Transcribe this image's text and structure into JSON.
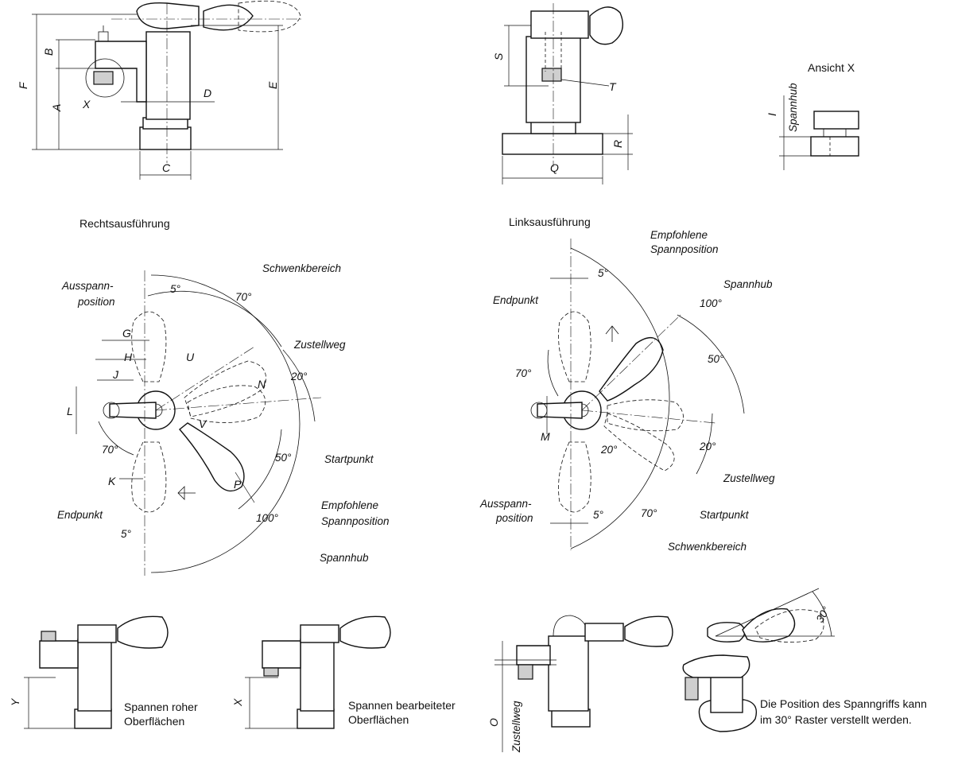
{
  "headings": {
    "ansicht_x": "Ansicht X",
    "rechts": "Rechtsausführung",
    "links": "Linksausführung"
  },
  "dims": {
    "A": "A",
    "B": "B",
    "C": "C",
    "D": "D",
    "E": "E",
    "F": "F",
    "S": "S",
    "T": "T",
    "Q": "Q",
    "R": "R",
    "I": "I",
    "X": "X",
    "G": "G",
    "H": "H",
    "J": "J",
    "L": "L",
    "U": "U",
    "N": "N",
    "V": "V",
    "K": "K",
    "P": "P",
    "M": "M",
    "Y": "Y",
    "O": "O"
  },
  "right_view": {
    "ausspann_1": "Ausspann-",
    "ausspann_2": "position",
    "schwenkbereich": "Schwenkbereich",
    "zustellweg": "Zustellweg",
    "startpunkt": "Startpunkt",
    "empfohlene_1": "Empfohlene",
    "empfohlene_2": "Spannposition",
    "endpunkt": "Endpunkt",
    "spannhub": "Spannhub",
    "angle_5_top": "5°",
    "angle_70_top": "70°",
    "angle_20": "20°",
    "angle_50": "50°",
    "angle_100": "100°",
    "angle_70_left": "70°",
    "angle_5_bottom": "5°"
  },
  "left_view": {
    "empfohlene_1": "Empfohlene",
    "empfohlene_2": "Spannposition",
    "spannhub": "Spannhub",
    "endpunkt": "Endpunkt",
    "ausspann_1": "Ausspann-",
    "ausspann_2": "position",
    "zustellweg": "Zustellweg",
    "startpunkt": "Startpunkt",
    "schwenkbereich": "Schwenkbereich",
    "angle_5_top": "5°",
    "angle_100": "100°",
    "angle_70": "70°",
    "angle_50": "50°",
    "angle_20_right": "20°",
    "angle_20_center": "20°",
    "angle_5_bottom": "5°",
    "angle_70_bottom": "70°"
  },
  "spannhub_vertical": "Spannhub",
  "zustellweg_vertical": "Zustellweg",
  "captions": {
    "roh_1": "Spannen roher",
    "roh_2": "Oberflächen",
    "bearb_1": "Spannen bearbeiteter",
    "bearb_2": "Oberflächen",
    "raster_1": "Die Position des Spanngriffs kann",
    "raster_2": "im 30° Raster verstellt werden.",
    "angle_30": "30°"
  }
}
